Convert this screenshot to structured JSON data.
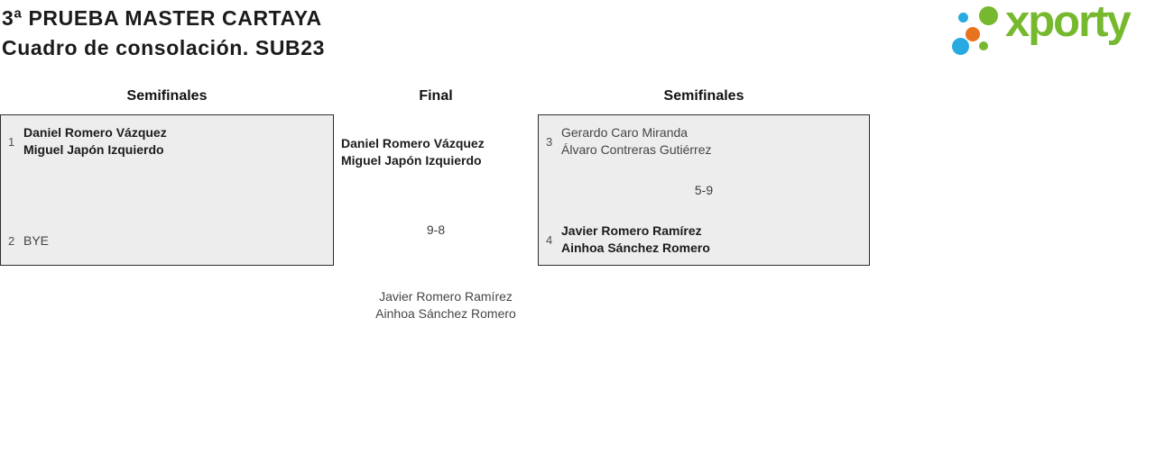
{
  "page": {
    "title_line1": "3ª PRUEBA MASTER CARTAYA",
    "title_line2": "Cuadro de consolación. SUB23"
  },
  "logo": {
    "wordmark": "xporty",
    "brand_green": "#76b82e",
    "brand_blue": "#29a9e1",
    "brand_orange": "#e8731e"
  },
  "bracket": {
    "header_left": "Semifinales",
    "header_center": "Final",
    "header_right": "Semifinales",
    "box_background": "#ededed",
    "semifinal_1": {
      "seed_top": "1",
      "team_top_line1": "Daniel Romero Vázquez",
      "team_top_line2": "Miguel Japón Izquierdo",
      "seed_bottom": "2",
      "team_bottom_line1": "BYE"
    },
    "semifinal_2": {
      "seed_top": "3",
      "team_top_line1": "Gerardo Caro Miranda",
      "team_top_line2": "Álvaro Contreras Gutiérrez",
      "score": "5-9",
      "seed_bottom": "4",
      "team_bottom_line1": "Javier Romero Ramírez",
      "team_bottom_line2": "Ainhoa Sánchez Romero"
    },
    "final": {
      "winner_line1": "Daniel Romero Vázquez",
      "winner_line2": "Miguel Japón Izquierdo",
      "score": "9-8",
      "runner_up_line1": "Javier Romero Ramírez",
      "runner_up_line2": "Ainhoa Sánchez Romero"
    }
  }
}
